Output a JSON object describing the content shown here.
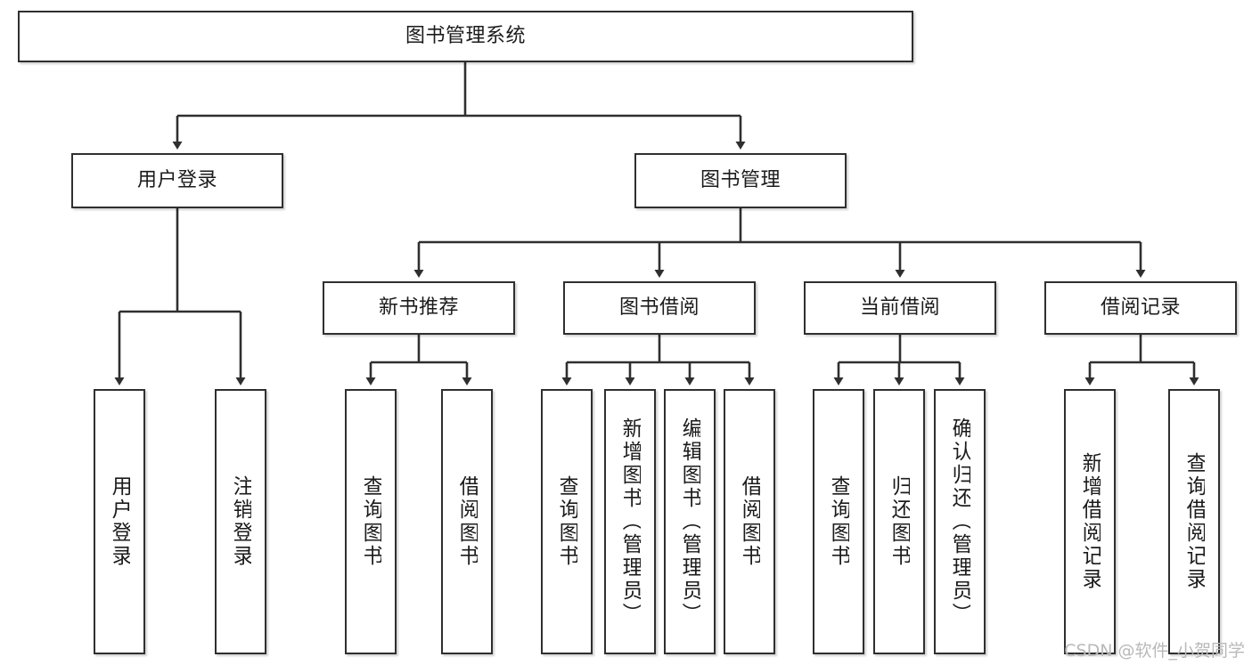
{
  "diagram": {
    "title": "图书管理系统",
    "type": "tree-hierarchy",
    "watermark": "CSDN @软件_小贺同学",
    "colors": {
      "stroke": "#2f2f2f",
      "fill": "#ffffff",
      "text": "#1b1b1b",
      "watermark": "#b9b9b9"
    },
    "nodes": {
      "root": "图书管理系统",
      "level2": [
        "用户登录",
        "图书管理"
      ],
      "level3": [
        "新书推荐",
        "图书借阅",
        "当前借阅",
        "借阅记录"
      ],
      "leaves": {
        "user_login": [
          "用户登录",
          "注销登录"
        ],
        "new_book_recommend": [
          "查询图书",
          "借阅图书"
        ],
        "book_borrow": [
          "查询图书",
          "新增图书（管理员）",
          "编辑图书（管理员）",
          "借阅图书"
        ],
        "current_borrow": [
          "查询图书",
          "归还图书",
          "确认归还（管理员）"
        ],
        "borrow_record": [
          "新增借阅记录",
          "查询借阅记录"
        ]
      }
    }
  }
}
